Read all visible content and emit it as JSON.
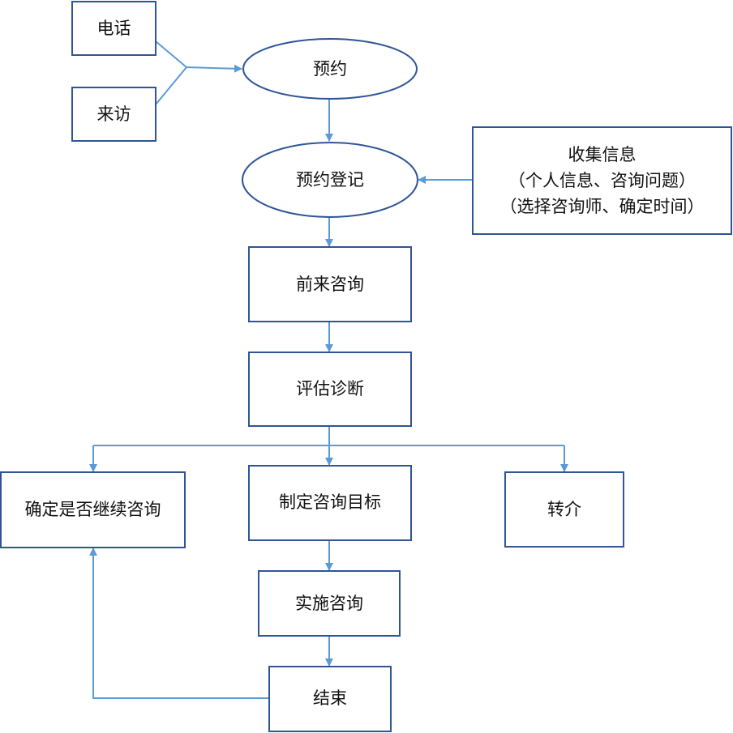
{
  "nodes": {
    "phone": "电话",
    "visit": "来访",
    "appointment": "预约",
    "registration": "预约登记",
    "collect_info": {
      "line1": "收集信息",
      "line2": "（个人信息、咨询问题）",
      "line3": "（选择咨询师、确定时间）"
    },
    "come_consult": "前来咨询",
    "assessment": "评估诊断",
    "decide_continue": "确定是否继续咨询",
    "set_goals": "制定咨询目标",
    "referral": "转介",
    "implement": "实施咨询",
    "end": "结束"
  },
  "colors": {
    "box_border": "#2f5597",
    "connector": "#5b9bd5",
    "text": "#111111"
  }
}
